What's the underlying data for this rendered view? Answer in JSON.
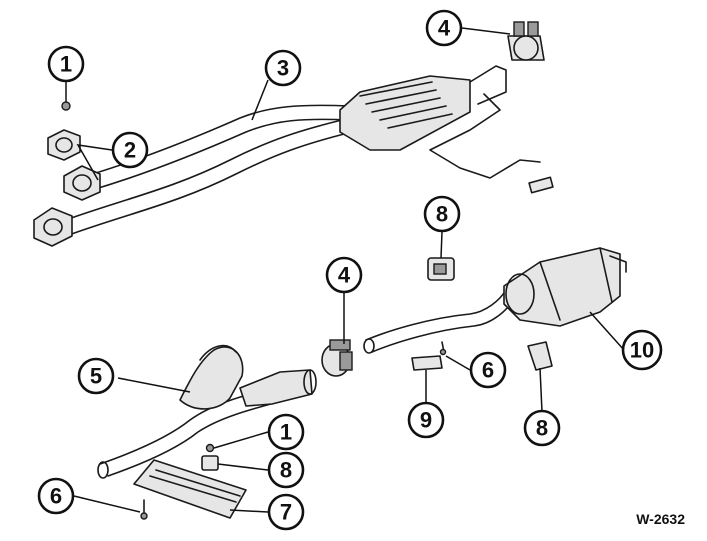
{
  "figure_code": "W-2632",
  "callouts": [
    {
      "label": "1"
    },
    {
      "label": "2"
    },
    {
      "label": "3"
    },
    {
      "label": "4"
    },
    {
      "label": "8"
    },
    {
      "label": "4"
    },
    {
      "label": "10"
    },
    {
      "label": "5"
    },
    {
      "label": "6"
    },
    {
      "label": "9"
    },
    {
      "label": "8"
    },
    {
      "label": "1"
    },
    {
      "label": "8"
    },
    {
      "label": "6"
    },
    {
      "label": "7"
    }
  ]
}
